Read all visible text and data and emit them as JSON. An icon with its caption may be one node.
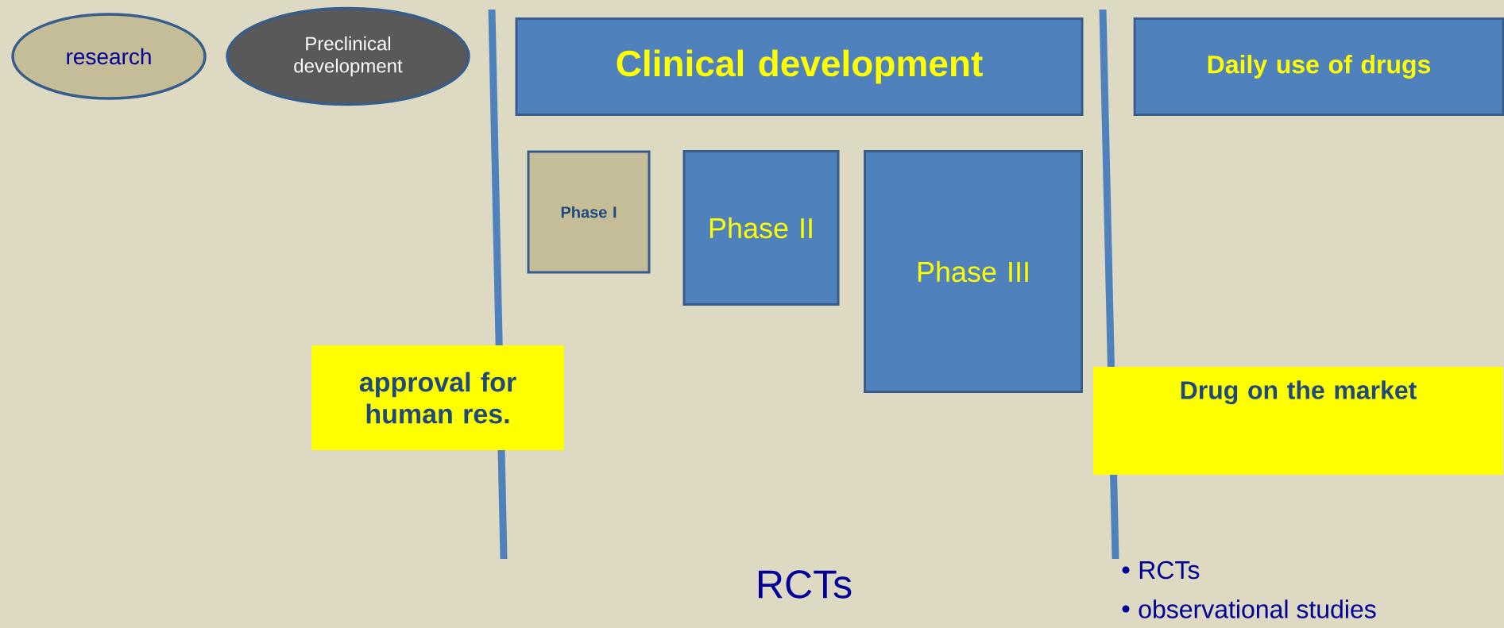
{
  "diagram": {
    "nodes": [
      {
        "text": [
          "research"
        ]
      },
      {
        "text": [
          "Preclinical development"
        ]
      },
      {
        "text": [
          "Clinical development"
        ]
      },
      {
        "text": [
          "Daily use of drugs"
        ]
      },
      {
        "text": [
          "Phase I"
        ]
      },
      {
        "text": [
          "Phase II"
        ]
      },
      {
        "text": [
          "Phase III"
        ]
      },
      {
        "text": [
          "approval for human res."
        ]
      },
      {
        "text": [
          "Drug on the market"
        ]
      }
    ],
    "labels": [
      "RCTs",
      "RCTs",
      "observational studies"
    ]
  }
}
